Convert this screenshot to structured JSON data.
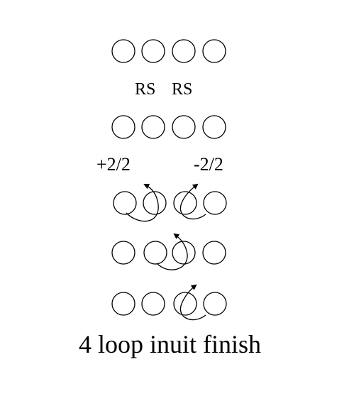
{
  "colors": {
    "stroke": "#000000",
    "background": "#ffffff"
  },
  "labels": {
    "rs_left": "RS",
    "rs_right": "RS",
    "plus_cross": "+2/2",
    "minus_cross": "-2/2"
  },
  "caption": "4 loop inuit finish",
  "rows": [
    {
      "loops": 4,
      "crossing": "none"
    },
    {
      "loops": 4,
      "crossing": "none"
    },
    {
      "loops": 4,
      "crossing": "two crossings"
    },
    {
      "loops": 4,
      "crossing": "center crossing"
    },
    {
      "loops": 4,
      "crossing": "right crossing"
    }
  ]
}
